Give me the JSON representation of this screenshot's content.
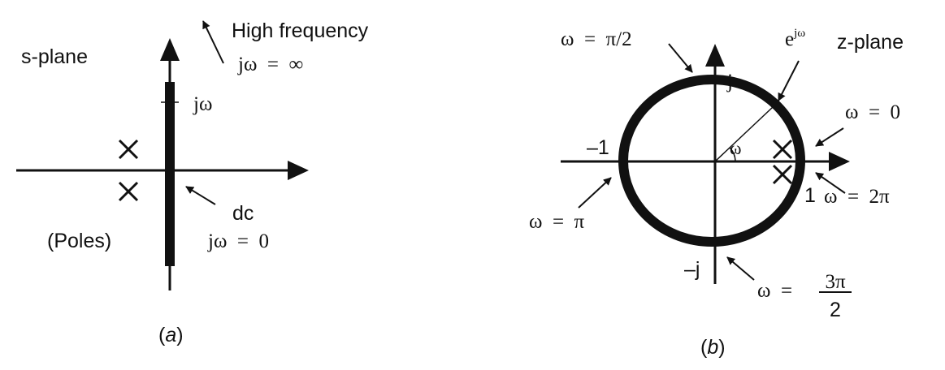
{
  "panel_a": {
    "plane_label": "s-plane",
    "high_freq_title": "High frequency",
    "j_omega_inf": "jω  =  ∞",
    "j_omega": "jω",
    "dc_label": "dc",
    "j_omega_zero": "jω  =  0",
    "poles_label": "(Poles)",
    "caption_open": "(",
    "caption_letter": "a",
    "caption_close": ")"
  },
  "panel_b": {
    "plane_label": "z-plane",
    "omega_pi_2": "ω  =  π/2",
    "e_base": "e",
    "e_exp": "jω",
    "j_label": "j",
    "omega_0": "ω  =  0",
    "minus_one": "–1",
    "omega_label": "ω",
    "one": "1",
    "omega_2pi": "ω  =  2π",
    "omega_pi": "ω  =  π",
    "minus_j": "–j",
    "omega_3pi2_prefix": "ω  =",
    "frac_num": "3π",
    "frac_den": "2",
    "caption_open": "(",
    "caption_letter": "b",
    "caption_close": ")"
  },
  "colors": {
    "ink": "#111111"
  },
  "icons": [
    "arrow-icon",
    "pole-x-icon",
    "unit-circle-icon"
  ]
}
